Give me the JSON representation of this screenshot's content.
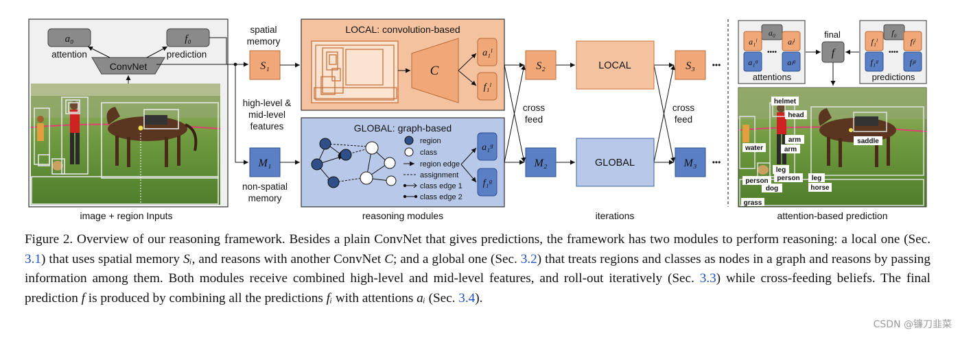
{
  "input_panel": {
    "attention_node": "a₀",
    "attention_label": "attention",
    "prediction_node": "f₀",
    "prediction_label": "prediction",
    "convnet_label": "ConvNet",
    "caption": "image + region Inputs"
  },
  "memory": {
    "spatial_label_1": "spatial",
    "spatial_label_2": "memory",
    "spatial_node": "S₁",
    "features_1": "high-level &",
    "features_2": "mid-level",
    "features_3": "features",
    "nonspatial_node": "M₁",
    "nonspatial_label_1": "non-spatial",
    "nonspatial_label_2": "memory"
  },
  "local_module": {
    "title": "LOCAL: convolution-based",
    "conv_node": "C",
    "attention_node": "a₁ˡ",
    "prediction_node": "f₁ˡ"
  },
  "global_module": {
    "title": "GLOBAL: graph-based",
    "attention_node": "a₁ᵍ",
    "prediction_node": "f₁ᵍ",
    "legend": {
      "region": "region",
      "class": "class",
      "region_edge": "region edge",
      "assignment": "assignment",
      "class_edge_1": "class edge 1",
      "class_edge_2": "class edge 2"
    }
  },
  "modules_caption": "reasoning modules",
  "iterations": {
    "s2": "S₂",
    "m2": "M₂",
    "local_box": "LOCAL",
    "global_box": "GLOBAL",
    "s3": "S₃",
    "m3": "M₃",
    "cross_feed_1a": "cross",
    "cross_feed_1b": "feed",
    "cross_feed_2a": "cross",
    "cross_feed_2b": "feed",
    "ellipsis": "•••",
    "caption": "iterations"
  },
  "prediction_panel": {
    "attentions_label": "attentions",
    "predictions_label": "predictions",
    "final_label": "final",
    "final_node": "f",
    "a0": "a₀",
    "a1l": "a₁ˡ",
    "ail": "aₗˡ",
    "a1g": "a₁ᵍ",
    "aig": "aₗᵍ",
    "f0": "f₀",
    "f1l": "f₁ˡ",
    "fil": "fₗˡ",
    "f1g": "f₁ᵍ",
    "fig": "fₗᵍ",
    "dots": "••••",
    "caption": "attention-based prediction",
    "tags": {
      "helmet": "helmet",
      "head": "head",
      "arm1": "arm",
      "arm2": "arm",
      "saddle": "saddle",
      "water": "water",
      "leg1": "leg",
      "leg2": "leg",
      "person1": "person",
      "person2": "person",
      "dog": "dog",
      "horse": "horse",
      "grass": "grass"
    }
  },
  "caption": {
    "p1": "Figure 2. Overview of our reasoning framework.  Besides a plain ConvNet that gives predictions, the framework has two modules to perform reasoning: a local one (Sec. ",
    "ref1": "3.1",
    "p2": ") that uses spatial memory ",
    "si": "Sᵢ",
    "p3": ", and reasons with another ConvNet ",
    "c": "C",
    "p4": "; and a global one (Sec. ",
    "ref2": "3.2",
    "p5": ") that treats regions and classes as nodes in a graph and reasons by passing information among them. Both modules receive combined high-level and mid-level features, and roll-out iteratively (Sec. ",
    "ref3": "3.3",
    "p6": ") while cross-feeding beliefs. The final prediction ",
    "f": "f",
    "p7": " is produced by combining all the predictions ",
    "fi": "fᵢ",
    "p8": " with attentions ",
    "ai": "aᵢ",
    "p9": " (Sec. ",
    "ref4": "3.4",
    "p10": ")."
  },
  "watermark": "CSDN @镰刀韭菜",
  "colors": {
    "local_fill": "#f5c29f",
    "local_stroke": "#c9703a",
    "global_fill": "#b7c8e8",
    "global_stroke": "#3e5f9e",
    "node_orange": "#f1a878",
    "node_blue": "#5b7fc4",
    "gray_node": "#8a8a8a",
    "region_dot": "#2f4f88"
  }
}
